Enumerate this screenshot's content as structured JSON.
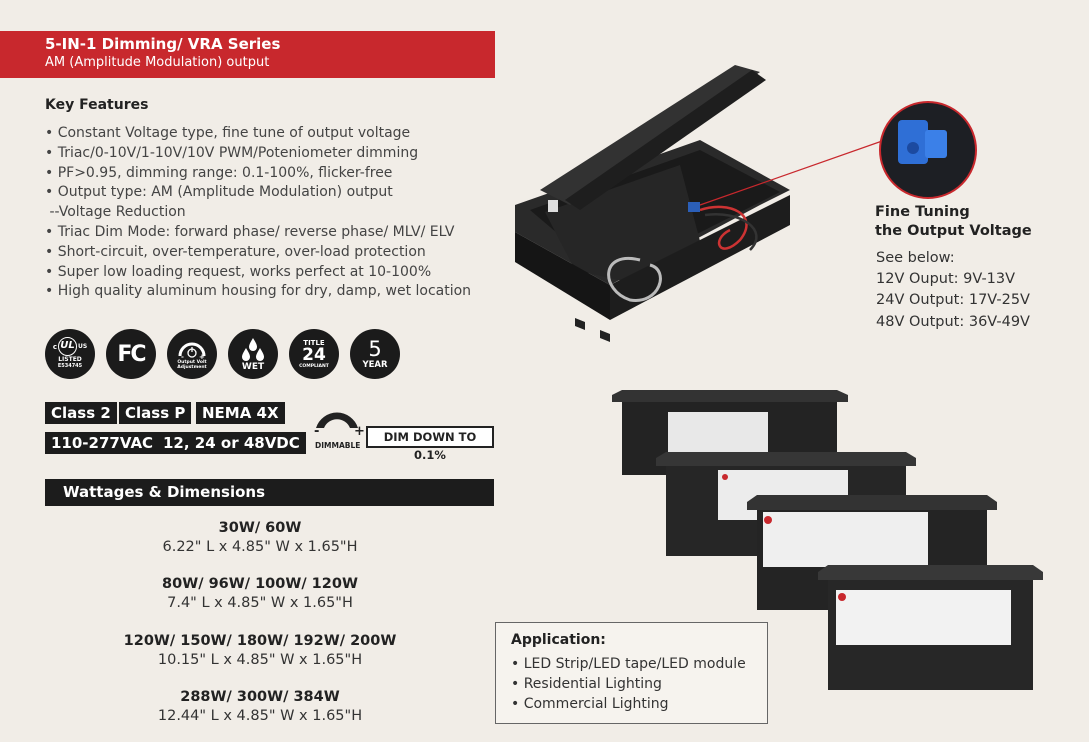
{
  "header": {
    "title": "5-IN-1 Dimming/ VRA Series",
    "subtitle": "AM (Amplitude Modulation) output",
    "color": "#c8282d"
  },
  "key_features": {
    "title": "Key Features",
    "items": [
      "• Constant Voltage type, fine tune of output voltage",
      "• Triac/0-10V/1-10V/10V PWM/Poteniometer dimming",
      "• PF>0.95, dimming range: 0.1-100%, flicker-free",
      "• Output type: AM (Amplitude Modulation) output",
      " --Voltage Reduction",
      "• Triac Dim Mode: forward phase/ reverse phase/ MLV/ ELV",
      "• Short-circuit, over-temperature, over-load protection",
      "• Super low loading request, works perfect at 10-100%",
      "• High quality aluminum housing for dry, damp, wet location"
    ]
  },
  "certifications": {
    "ul": {
      "c": "c",
      "us": "US",
      "listed": "LISTED",
      "number": "E534745"
    },
    "fcc": "FC",
    "volt_adj": "Output Volt Adjustment",
    "wet": "WET",
    "title24": {
      "top": "TITLE",
      "num": "24",
      "bottom": "COMPLIANT"
    },
    "warranty": {
      "num": "5",
      "label": "YEAR"
    }
  },
  "tags": {
    "class2": "Class 2",
    "classp": "Class P",
    "nema": "NEMA 4X",
    "input": "110-277VAC",
    "output": "12, 24 or 48VDC",
    "dimmable": "DIMMABLE",
    "dim_minus": "-",
    "dim_plus": "+",
    "dim_down": "DIM DOWN TO 0.1%"
  },
  "wattages": {
    "title": "Wattages & Dimensions",
    "groups": [
      {
        "watts": "30W/ 60W",
        "dims": "6.22\" L x 4.85\" W x 1.65\"H"
      },
      {
        "watts": "80W/ 96W/ 100W/ 120W",
        "dims": "7.4\" L x 4.85\" W x 1.65\"H"
      },
      {
        "watts": "120W/ 150W/ 180W/ 192W/ 200W",
        "dims": "10.15\" L x 4.85\" W x 1.65\"H"
      },
      {
        "watts": "288W/ 300W/ 384W",
        "dims": "12.44\" L x 4.85\" W x 1.65\"H"
      }
    ]
  },
  "application": {
    "title": "Application:",
    "items": [
      "• LED Strip/LED tape/LED module",
      "• Residential Lighting",
      "• Commercial Lighting"
    ]
  },
  "fine_tuning": {
    "title_line1": "Fine Tuning",
    "title_line2": "the Output Voltage",
    "lines": [
      "See below:",
      "12V Ouput: 9V-13V",
      "24V Output: 17V-25V",
      "48V Output: 36V-49V"
    ]
  }
}
